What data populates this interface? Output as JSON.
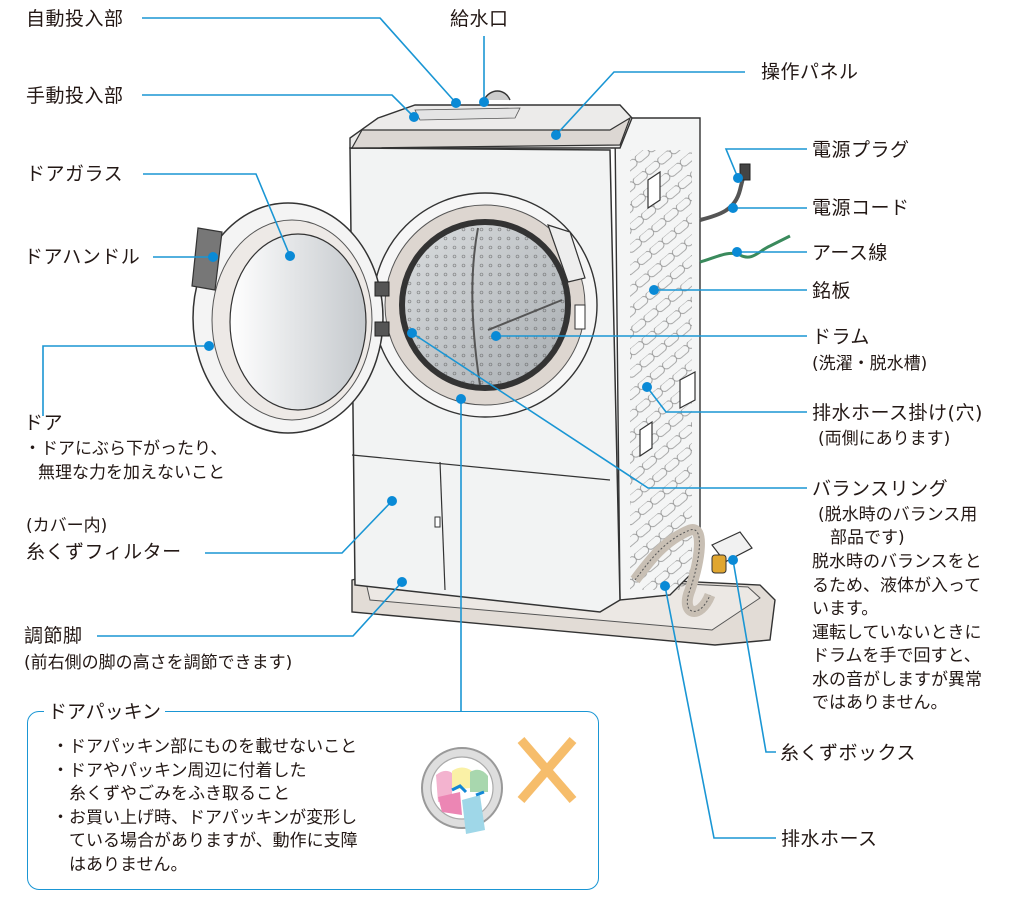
{
  "title": "洗濯乾燥機 各部のなまえ",
  "colors": {
    "leader_line": "#1a96d4",
    "leader_dot": "#0a8ad6",
    "text": "#231815",
    "machine_body": "#f2f3f3",
    "machine_outline": "#333333",
    "top_panel": "#dcd7d3",
    "base_tray": "#e2dcd6",
    "drum_inner": "#c9ccce",
    "earth_wire": "#3a8a5c",
    "lint_box_handle": "#e0a630",
    "warning_x": "#f6bd6b"
  },
  "labels": {
    "auto_dispenser": "自動投入部",
    "water_inlet": "給水口",
    "manual_dispenser": "手動投入部",
    "control_panel": "操作パネル",
    "door_glass": "ドアガラス",
    "power_plug": "電源プラグ",
    "power_cord": "電源コード",
    "door_handle": "ドアハンドル",
    "earth_wire": "アース線",
    "rating_plate": "銘板",
    "drum": "ドラム",
    "drum_note": "(洗濯・脱水槽)",
    "door": "ドア",
    "door_note_1": "・ドアにぶら下がったり、",
    "door_note_2": "無理な力を加えないこと",
    "drain_hose_hook": "排水ホース掛け(穴)",
    "drain_hose_hook_note": "(両側にあります)",
    "balance_ring": "バランスリング",
    "balance_ring_note_1": "(脱水時のバランス用",
    "balance_ring_note_2": "部品です)",
    "balance_ring_desc": [
      "脱水時のバランスをと",
      "るため、液体が入って",
      "います。",
      "運転していないときに",
      "ドラムを手で回すと、",
      "水の音がしますが異常",
      "ではありません。"
    ],
    "lint_filter_note": "(カバー内)",
    "lint_filter": "糸くずフィルター",
    "adjustable_foot": "調節脚",
    "adjustable_foot_note": "(前右側の脚の高さを調節できます)",
    "lint_box": "糸くずボックス",
    "drain_hose": "排水ホース"
  },
  "door_gasket_box": {
    "title": "ドアパッキン",
    "bullets": [
      "・ドアパッキン部にものを載せないこと",
      "・ドアやパッキン周辺に付着した",
      "　糸くずやごみをふき取ること",
      "・お買い上げ時、ドアパッキンが変形し",
      "　ている場合がありますが、動作に支障",
      "　はありません。"
    ],
    "illustration": "laundry-on-gasket-prohibited-icon"
  }
}
